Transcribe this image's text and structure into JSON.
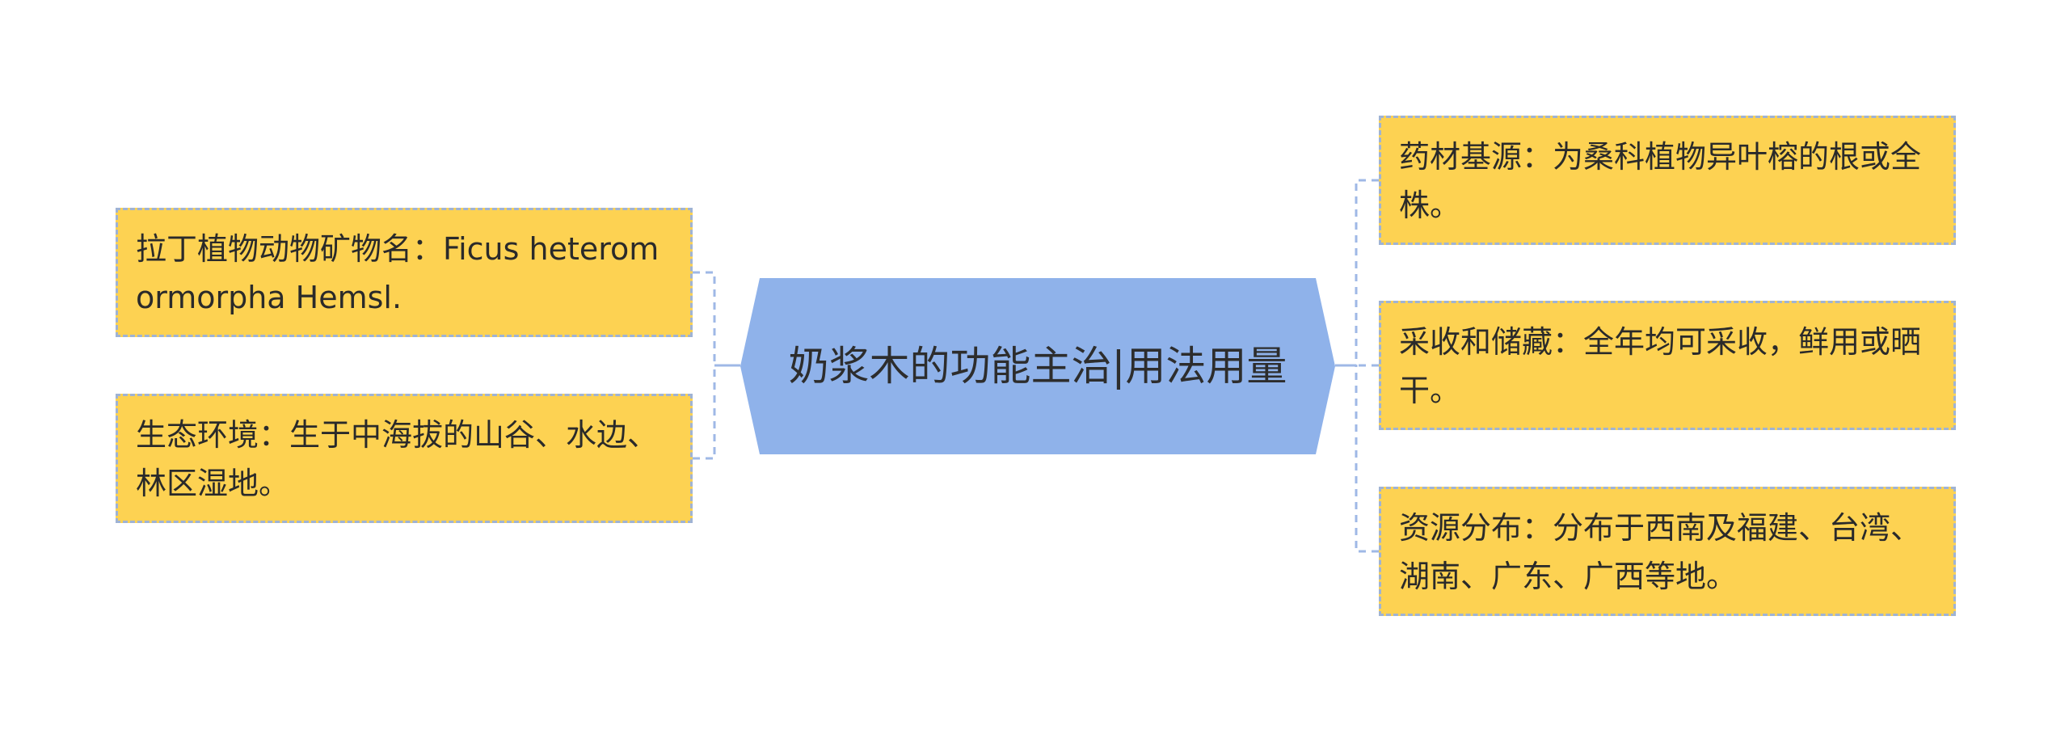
{
  "center": {
    "title": "奶浆木的功能主治|用法用量"
  },
  "left_branches": [
    {
      "text": "拉丁植物动物矿物名：Ficus heteromormorpha Hemsl."
    },
    {
      "text": "生态环境：生于中海拔的山谷、水边、林区湿地。"
    }
  ],
  "right_branches": [
    {
      "text": "药材基源：为桑科植物异叶榕的根或全株。"
    },
    {
      "text": "采收和储藏：全年均可采收，鲜用或晒干。"
    },
    {
      "text": "资源分布：分布于西南及福建、台湾、湖南、广东、广西等地。"
    }
  ],
  "colors": {
    "center_fill": "#8fb2ea",
    "leaf_fill": "#fdd252",
    "leaf_border": "#9fb3d4",
    "connector": "#9fb8e6"
  }
}
